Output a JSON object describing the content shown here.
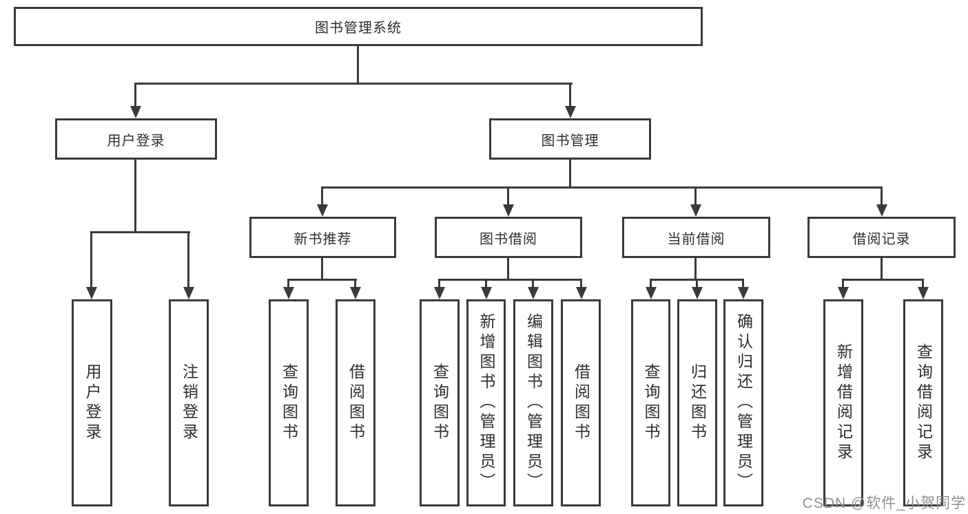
{
  "tree": {
    "label": "图书管理系统",
    "children": [
      {
        "label": "用户登录",
        "children": [
          {
            "label": "用户登录"
          },
          {
            "label": "注销登录"
          }
        ]
      },
      {
        "label": "图书管理",
        "children": [
          {
            "label": "新书推荐",
            "children": [
              {
                "label": "查询图书"
              },
              {
                "label": "借阅图书"
              }
            ]
          },
          {
            "label": "图书借阅",
            "children": [
              {
                "label": "查询图书"
              },
              {
                "label": "新增图书（管理员）"
              },
              {
                "label": "编辑图书（管理员）"
              },
              {
                "label": "借阅图书"
              }
            ]
          },
          {
            "label": "当前借阅",
            "children": [
              {
                "label": "查询图书"
              },
              {
                "label": "归还图书"
              },
              {
                "label": "确认归还（管理员）"
              }
            ]
          },
          {
            "label": "借阅记录",
            "children": [
              {
                "label": "新增借阅记录"
              },
              {
                "label": "查询借阅记录"
              }
            ]
          }
        ]
      }
    ]
  },
  "watermark": {
    "text": "CSDN @软件_小贺同学"
  },
  "colors": {
    "line": "#3a3a3a",
    "text": "#2e2e2e",
    "watermark": "#8f8f8f",
    "background": "#ffffff"
  }
}
